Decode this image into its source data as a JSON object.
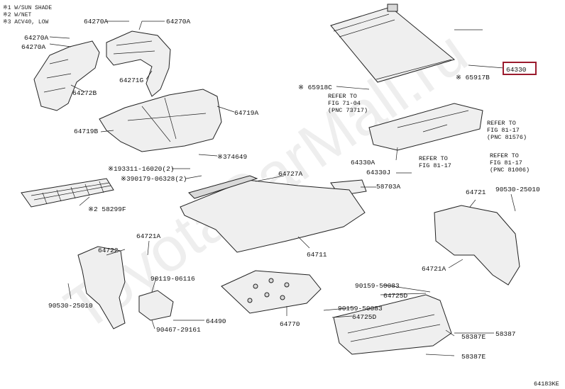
{
  "notes": [
    "※1 W/SUN SHADE",
    "※2 W/NET",
    "※3 ACV40, LOW"
  ],
  "watermark": "ToyotaCarMall.ru",
  "diagram_code": "64183KE",
  "highlight_color": "#9b1b2e",
  "labels": {
    "l64270a_top": "64270A",
    "l64270a_top2": "64270A",
    "l64270a_left1": "64270A",
    "l64270a_left2": "64270A",
    "l64272b": "64272B",
    "l64271g": "64271G",
    "l64719a": "64719A",
    "l64719b": "64719B",
    "l74649": "※374649",
    "l93311": "※193311-16020(2)",
    "l90179": "※390179-06328(2)",
    "l58299f": "※2 58299F",
    "l64727a": "64727A",
    "l58703a": "58703A",
    "l64711": "64711",
    "l65918c": "※ 65918C",
    "l65917b": "※ 65917B",
    "l64330": "64330",
    "l64330a": "64330A",
    "l64330j": "64330J",
    "l64721_r": "64721",
    "l90530_r": "90530-25010",
    "l64721a_r": "64721A",
    "l64721a_l": "64721A",
    "l64722": "64722",
    "l90530_l": "90530-25010",
    "l90119": "90119-06116",
    "l90467": "90467-29161",
    "l64490": "64490",
    "l64770": "64770",
    "l90159_a": "90159-50083",
    "l64725d_a": "64725D",
    "l90159_b": "90159-50083",
    "l64725d_b": "64725D",
    "l58387e_a": "58387E",
    "l58387": "58387",
    "l58387e_b": "58387E"
  },
  "refs": {
    "ref_fig71": [
      "REFER TO",
      "FIG 71-04",
      "(PNC 73717)"
    ],
    "ref_fig81_a": [
      "REFER TO",
      "FIG 81-17",
      "(PNC 81576)"
    ],
    "ref_fig81_b": [
      "REFER TO",
      "FIG 81-17"
    ],
    "ref_fig81_c": [
      "REFER TO",
      "FIG 81-17",
      "(PNC 81006)"
    ]
  }
}
